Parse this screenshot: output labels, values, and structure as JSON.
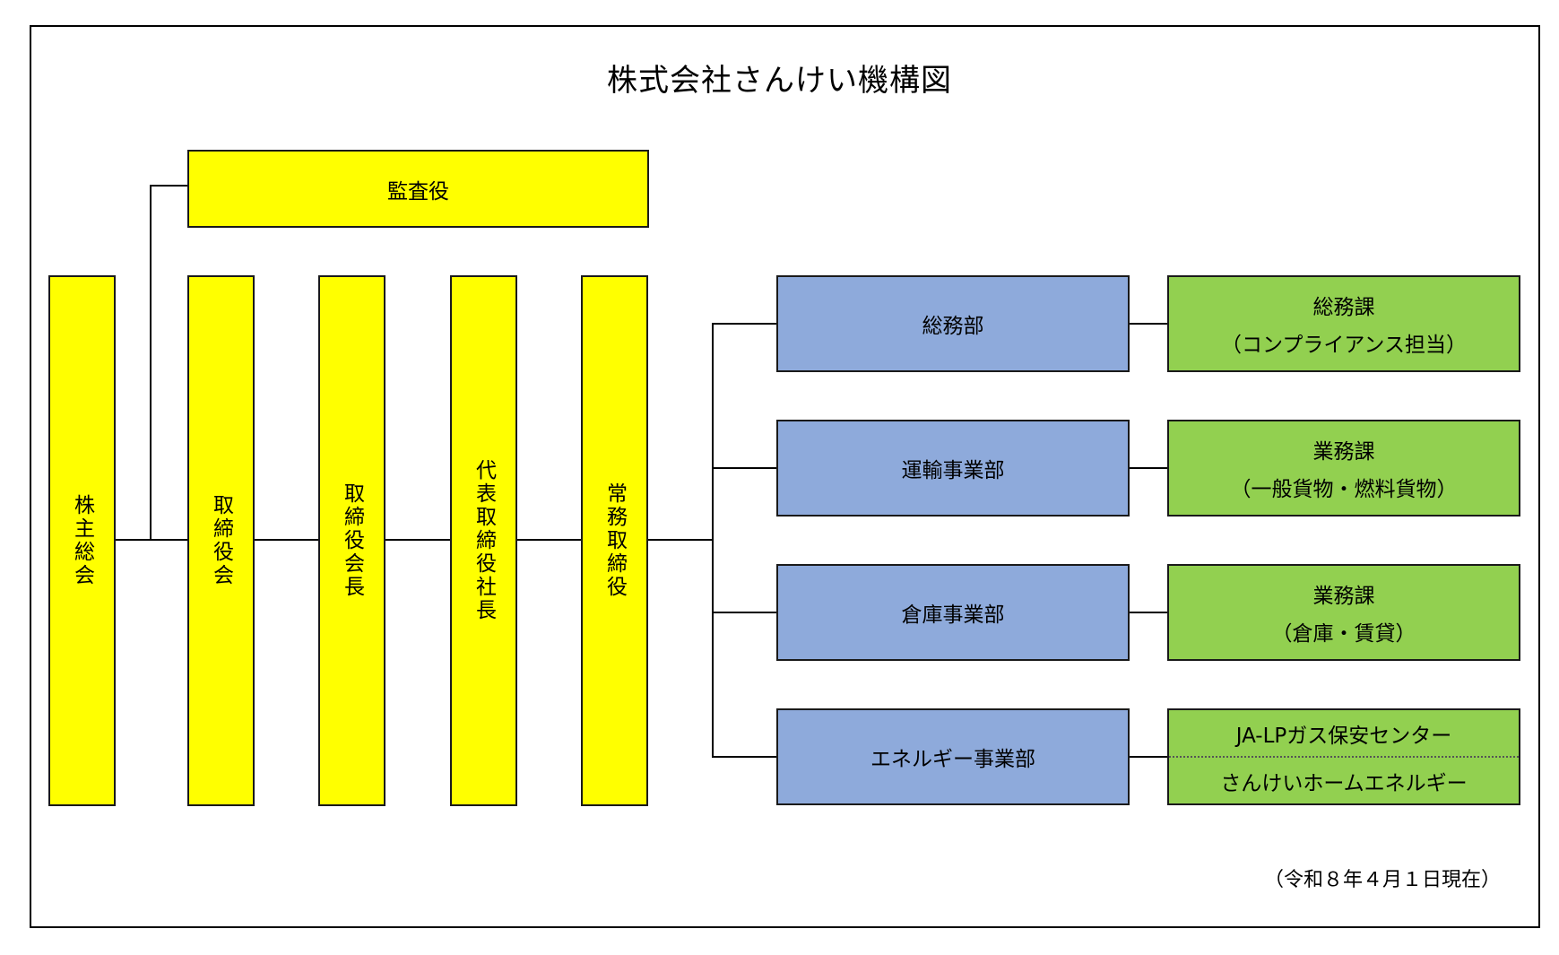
{
  "title": "株式会社さんけい機構図",
  "auditor": "監査役",
  "executives": {
    "shareholders": "株主総会",
    "board": "取締役会",
    "chairman": "取締役会長",
    "president": "代表取締役社長",
    "managing_director": "常務取締役"
  },
  "departments": {
    "general_affairs": "総務部",
    "transport": "運輸事業部",
    "warehouse": "倉庫事業部",
    "energy": "エネルギー事業部"
  },
  "sections": {
    "general_affairs": {
      "line1": "総務課",
      "line2": "（コンプライアンス担当）"
    },
    "transport": {
      "line1": "業務課",
      "line2": "（一般貨物・燃料貨物）"
    },
    "warehouse": {
      "line1": "業務課",
      "line2": "（倉庫・賃貸）"
    },
    "energy": {
      "line1": "JA-LPガス保安センター",
      "line2": "さんけいホームエネルギー"
    }
  },
  "footer": "（令和８年４月１日現在）",
  "colors": {
    "executive_fill": "#ffff00",
    "department_fill": "#8eaadb",
    "section_fill": "#92d050"
  }
}
